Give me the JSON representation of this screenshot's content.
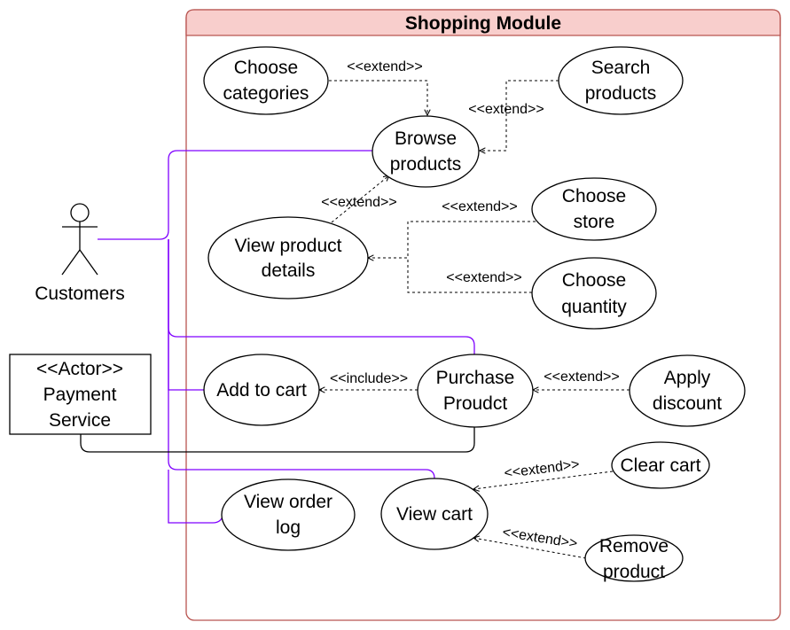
{
  "colors": {
    "system_border": "#b85450",
    "system_header": "#f8cecc",
    "association": "#7f00ff"
  },
  "system": {
    "title": "Shopping Module"
  },
  "actors": {
    "customers": {
      "label": "Customers"
    },
    "payment_service": {
      "stereotype": "<<Actor>>",
      "line1": "Payment",
      "line2": "Service"
    }
  },
  "use_cases": {
    "choose_categories": [
      "Choose",
      "categories"
    ],
    "search_products": [
      "Search",
      "products"
    ],
    "browse_products": [
      "Browse",
      "products"
    ],
    "view_product_details": [
      "View product",
      "details"
    ],
    "choose_store": [
      "Choose",
      "store"
    ],
    "choose_quantity": [
      "Choose",
      "quantity"
    ],
    "add_to_cart": [
      "Add to cart"
    ],
    "purchase_product": [
      "Purchase",
      "Proudct"
    ],
    "apply_discount": [
      "Apply",
      "discount"
    ],
    "view_order_log": [
      "View order",
      "log"
    ],
    "view_cart": [
      "View cart"
    ],
    "clear_cart": [
      "Clear cart"
    ],
    "remove_product": [
      "Remove",
      "product"
    ]
  },
  "relations": {
    "choose_categories_browse": "<<extend>>",
    "search_browse": "<<extend>>",
    "details_browse": "<<extend>>",
    "store_details": "<<extend>>",
    "quantity_details": "<<extend>>",
    "purchase_add": "<<include>>",
    "discount_purchase": "<<extend>>",
    "clear_viewcart": "<<extend>>",
    "remove_viewcart": "<<extend>>"
  }
}
